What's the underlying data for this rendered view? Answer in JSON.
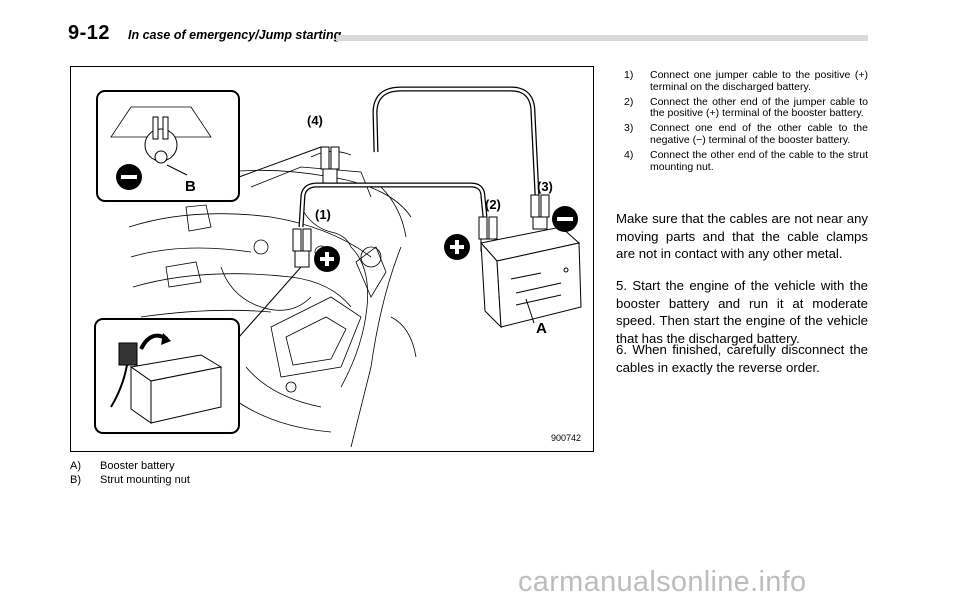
{
  "header": {
    "page_number": "9-12",
    "section_title": "In case of emergency/Jump starting"
  },
  "figure": {
    "code": "900742",
    "labels": {
      "a": "A",
      "b": "B",
      "c1": "(1)",
      "c2": "(2)",
      "c3": "(3)",
      "c4": "(4)"
    }
  },
  "legend": [
    {
      "key": "A)",
      "text": "Booster battery"
    },
    {
      "key": "B)",
      "text": "Strut mounting nut"
    }
  ],
  "steps": [
    {
      "num": "1)",
      "text": "Connect one jumper cable to the positive (+) terminal on the discharged battery."
    },
    {
      "num": "2)",
      "text": "Connect the other end of the jumper cable to the positive (+) terminal of the booster battery."
    },
    {
      "num": "3)",
      "text": "Connect one end of the other cable to the negative (−) terminal of the booster battery."
    },
    {
      "num": "4)",
      "text": "Connect the other end of the cable to the strut mounting nut."
    }
  ],
  "paragraphs": {
    "warning": "Make sure that the cables are not near any moving parts and that the cable clamps are not in contact with any other metal.",
    "step5": "5. Start the engine of the vehicle with the booster battery and run it at moderate speed. Then start the engine of the vehicle that has the discharged battery.",
    "step6": "6. When finished, carefully disconnect the cables in exactly the reverse order."
  },
  "footer": {
    "watermark": "carmanualsonline.info"
  }
}
